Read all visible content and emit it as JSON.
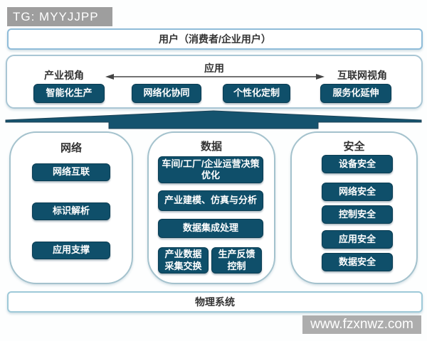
{
  "badge": {
    "label": "TG: MYYJJPP"
  },
  "top_box": {
    "label": "用户（消费者/企业用户）"
  },
  "application_layer": {
    "title": "应用",
    "left_label": "产业视角",
    "right_label": "互联网视角",
    "items": [
      {
        "label": "智能化生产"
      },
      {
        "label": "网络化协同"
      },
      {
        "label": "个性化定制"
      },
      {
        "label": "服务化延伸"
      }
    ]
  },
  "columns": [
    {
      "title": "网络",
      "items": [
        {
          "label": "网络互联"
        },
        {
          "label": "标识解析"
        },
        {
          "label": "应用支撑"
        }
      ]
    },
    {
      "title": "数据",
      "items": [
        {
          "label": "车间/工厂/企业运营决策优化"
        },
        {
          "label": "产业建模、仿真与分析"
        },
        {
          "label": "数据集成处理"
        }
      ],
      "bottom_row": [
        {
          "label": "产业数据\n采集交换"
        },
        {
          "label": "生产反馈\n控制"
        }
      ]
    },
    {
      "title": "安全",
      "items": [
        {
          "label": "设备安全"
        },
        {
          "label": "网络安全"
        },
        {
          "label": "控制安全"
        },
        {
          "label": "应用安全"
        },
        {
          "label": "数据安全"
        }
      ]
    }
  ],
  "bottom_box": {
    "label": "物理系统"
  },
  "watermark": {
    "label": "www.fzxnwz.com"
  },
  "colors": {
    "dark_box": "#0f4f6a",
    "connector_fill": "#14536e",
    "roof_line": "#1d4256",
    "light_border": "#8fbcd9",
    "container_border": "#a4c2cd",
    "badge_bg": "#9e9e9e",
    "watermark_bg": "#a6a6a6"
  }
}
